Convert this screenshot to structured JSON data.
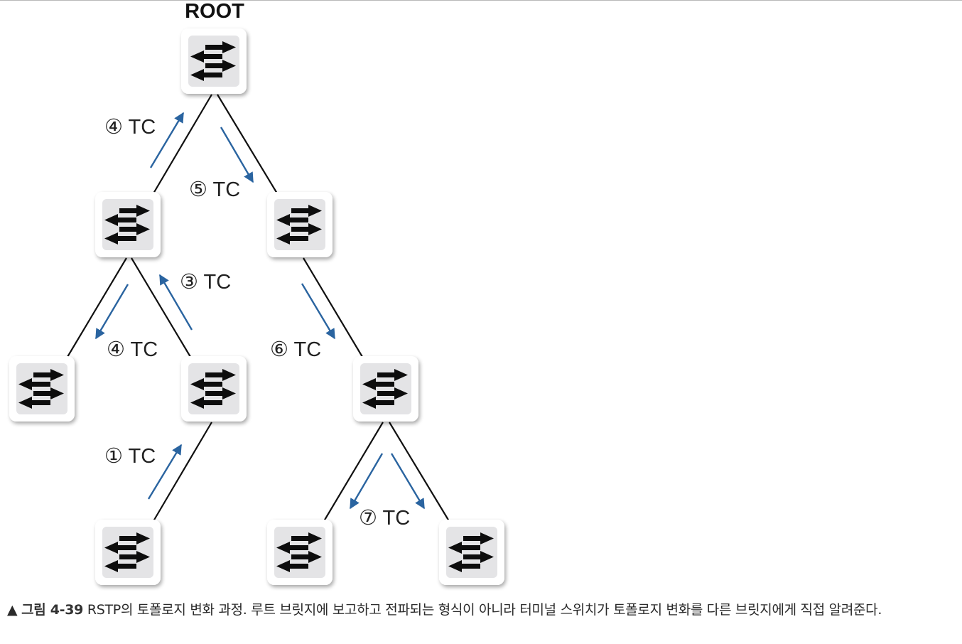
{
  "root_label": "ROOT",
  "tc_labels": {
    "root_left": "④ TC",
    "root_right": "⑤ TC",
    "a_right": "③ TC",
    "a_left": "④ TC",
    "b_down": "⑥ TC",
    "d_up": "① TC",
    "e_children": "⑦ TC"
  },
  "caption": {
    "marker": "▲",
    "figure": "그림 4-39",
    "text": "RSTP의 토폴로지 변화 과정. 루트 브릿지에 보고하고 전파되는 형식이 아니라 터미널 스위치가 토폴로지 변화를 다른 브릿지에게 직접 알려준다."
  },
  "colors": {
    "arrow": "#2a64a0",
    "line": "#111111",
    "switch_face": "#e4e4e6"
  },
  "icons": {
    "switch": "switch-icon",
    "arrow": "tc-arrow"
  }
}
